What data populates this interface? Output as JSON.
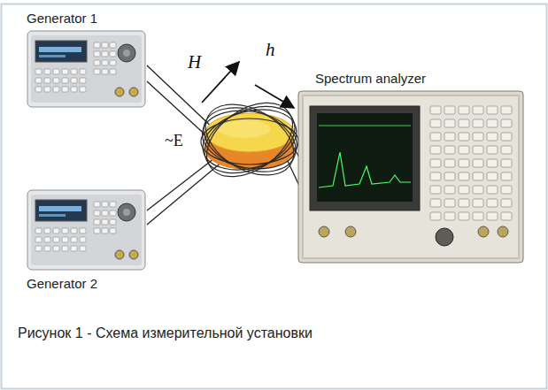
{
  "diagram": {
    "caption": "Рисунок 1 - Схема измерительной установки",
    "nodes": [
      {
        "text": [
          "Generator 1"
        ]
      },
      {
        "text": [
          "Generator 2"
        ]
      },
      {
        "text": [
          "Spectrum analyzer"
        ]
      }
    ],
    "labels": [
      "H",
      "h",
      "~E"
    ]
  }
}
